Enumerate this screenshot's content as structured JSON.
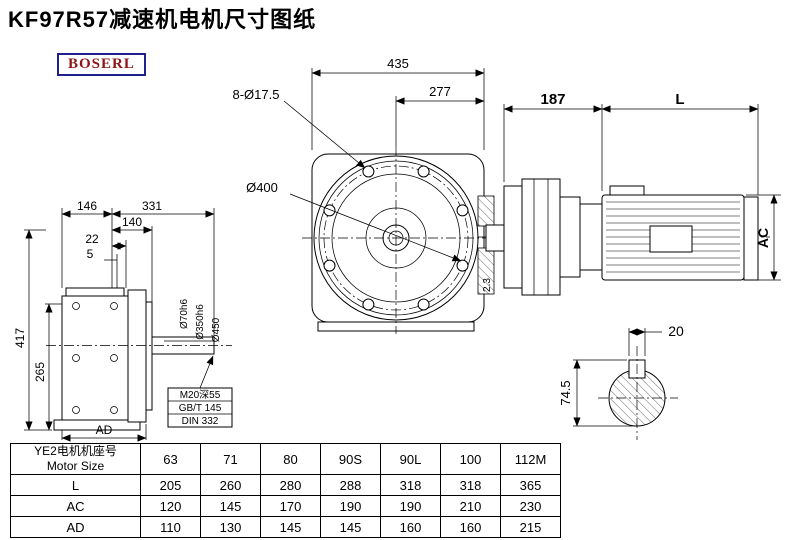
{
  "page": {
    "title": "KF97R57减速机电机尺寸图纸",
    "brand": "BOSERL"
  },
  "colors": {
    "line": "#000000",
    "logo_border": "#20208c",
    "logo_text": "#8b1616"
  },
  "front_view": {
    "dim_width": "435",
    "dim_offset": "277",
    "holes": "8-Ø17.5",
    "bolt_circle": "Ø400",
    "note": "2.3"
  },
  "side_view": {
    "dim_a": "146",
    "dim_b": "331",
    "dim_c": "140",
    "dim_d": "22",
    "dim_e": "5",
    "dim_height": "417",
    "dim_center_height": "265",
    "dim_ad": "AD",
    "shaft_dia": "Ø70h6",
    "spigot_dia": "Ø350h6",
    "flange_dia": "Ø450",
    "tap_hole": "M20深55",
    "std_gb": "GB/T 145",
    "std_din": "DIN 332"
  },
  "motor_view": {
    "dim_gear_len": "187",
    "dim_motor_len": "L",
    "dim_motor_dia": "AC"
  },
  "shaft_section": {
    "key_width": "20",
    "key_height": "74.5"
  },
  "table": {
    "header_cn": "YE2电机机座号",
    "header_en": "Motor Size",
    "sizes": [
      "63",
      "71",
      "80",
      "90S",
      "90L",
      "100",
      "112M"
    ],
    "rows": [
      {
        "label": "L",
        "values": [
          "205",
          "260",
          "280",
          "288",
          "318",
          "318",
          "365"
        ]
      },
      {
        "label": "AC",
        "values": [
          "120",
          "145",
          "170",
          "190",
          "190",
          "210",
          "230"
        ]
      },
      {
        "label": "AD",
        "values": [
          "110",
          "130",
          "145",
          "145",
          "160",
          "160",
          "215"
        ]
      }
    ]
  }
}
